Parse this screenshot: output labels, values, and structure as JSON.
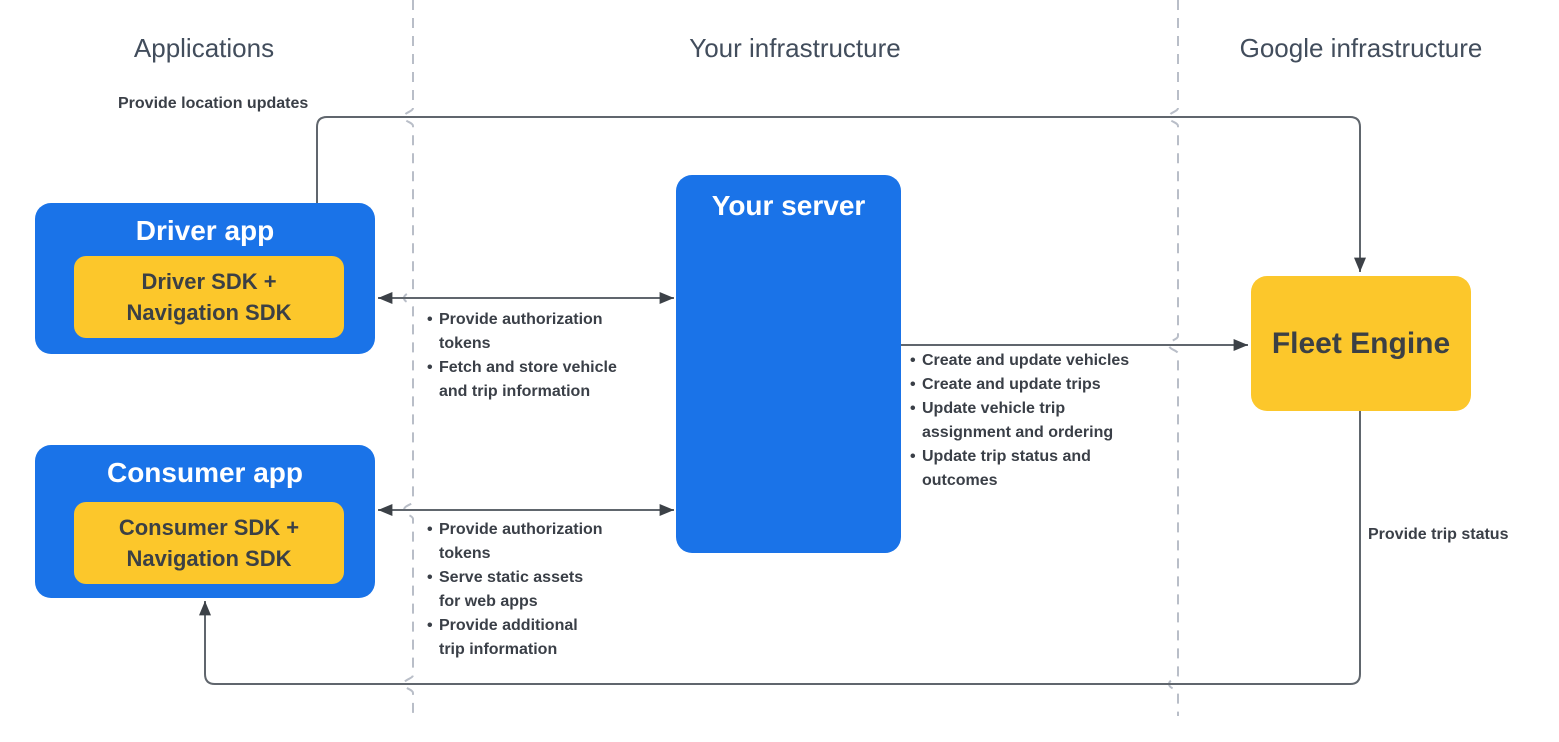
{
  "headers": {
    "applications": "Applications",
    "your_infrastructure": "Your infrastructure",
    "google_infrastructure": "Google infrastructure"
  },
  "labels": {
    "location_updates": "Provide location updates",
    "trip_status": "Provide trip status"
  },
  "boxes": {
    "driver_app": {
      "title": "Driver app",
      "sdk": "Driver SDK +\nNavigation SDK"
    },
    "consumer_app": {
      "title": "Consumer app",
      "sdk": "Consumer SDK +\nNavigation SDK"
    },
    "your_server": {
      "title": "Your server"
    },
    "fleet_engine": {
      "title": "Fleet Engine"
    }
  },
  "lists": {
    "driver_server": {
      "items": [
        "Provide authorization\ntokens",
        "Fetch and store vehicle\nand trip information"
      ]
    },
    "consumer_server": {
      "items": [
        "Provide authorization\ntokens",
        "Serve static assets\nfor web apps",
        "Provide additional\ntrip information"
      ]
    },
    "server_fleet": {
      "items": [
        "Create and update vehicles",
        "Create and update trips",
        "Update vehicle trip\nassignment and ordering",
        "Update trip status and\noutcomes"
      ]
    }
  },
  "colors": {
    "blue": "#1a73e8",
    "yellow": "#fcc72b",
    "dark_text": "#3b4045",
    "slate": "#424d5c",
    "text": "#3a3f47",
    "line": "#60666d",
    "arrow": "#3c4147",
    "divider": "#b9bec8"
  }
}
